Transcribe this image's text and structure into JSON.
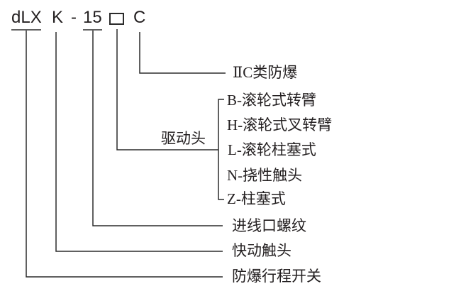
{
  "model_code": {
    "segments": [
      "dLX",
      "K",
      "-",
      "15",
      "□",
      "C"
    ]
  },
  "callouts": {
    "iic": "ⅡC类防爆",
    "drive_head": "驱动头",
    "drive_options": [
      "B-滚轮式转臂",
      "H-滚轮式叉转臂",
      "L-滚轮柱塞式",
      "N-挠性触头",
      "Z-柱塞式"
    ],
    "inlet_thread": "进线口螺纹",
    "quick_contact": "快动触头",
    "switch_type": "防爆行程开关"
  },
  "colors": {
    "line": "#2b2b2b",
    "text": "#231f20",
    "background": "#ffffff"
  }
}
